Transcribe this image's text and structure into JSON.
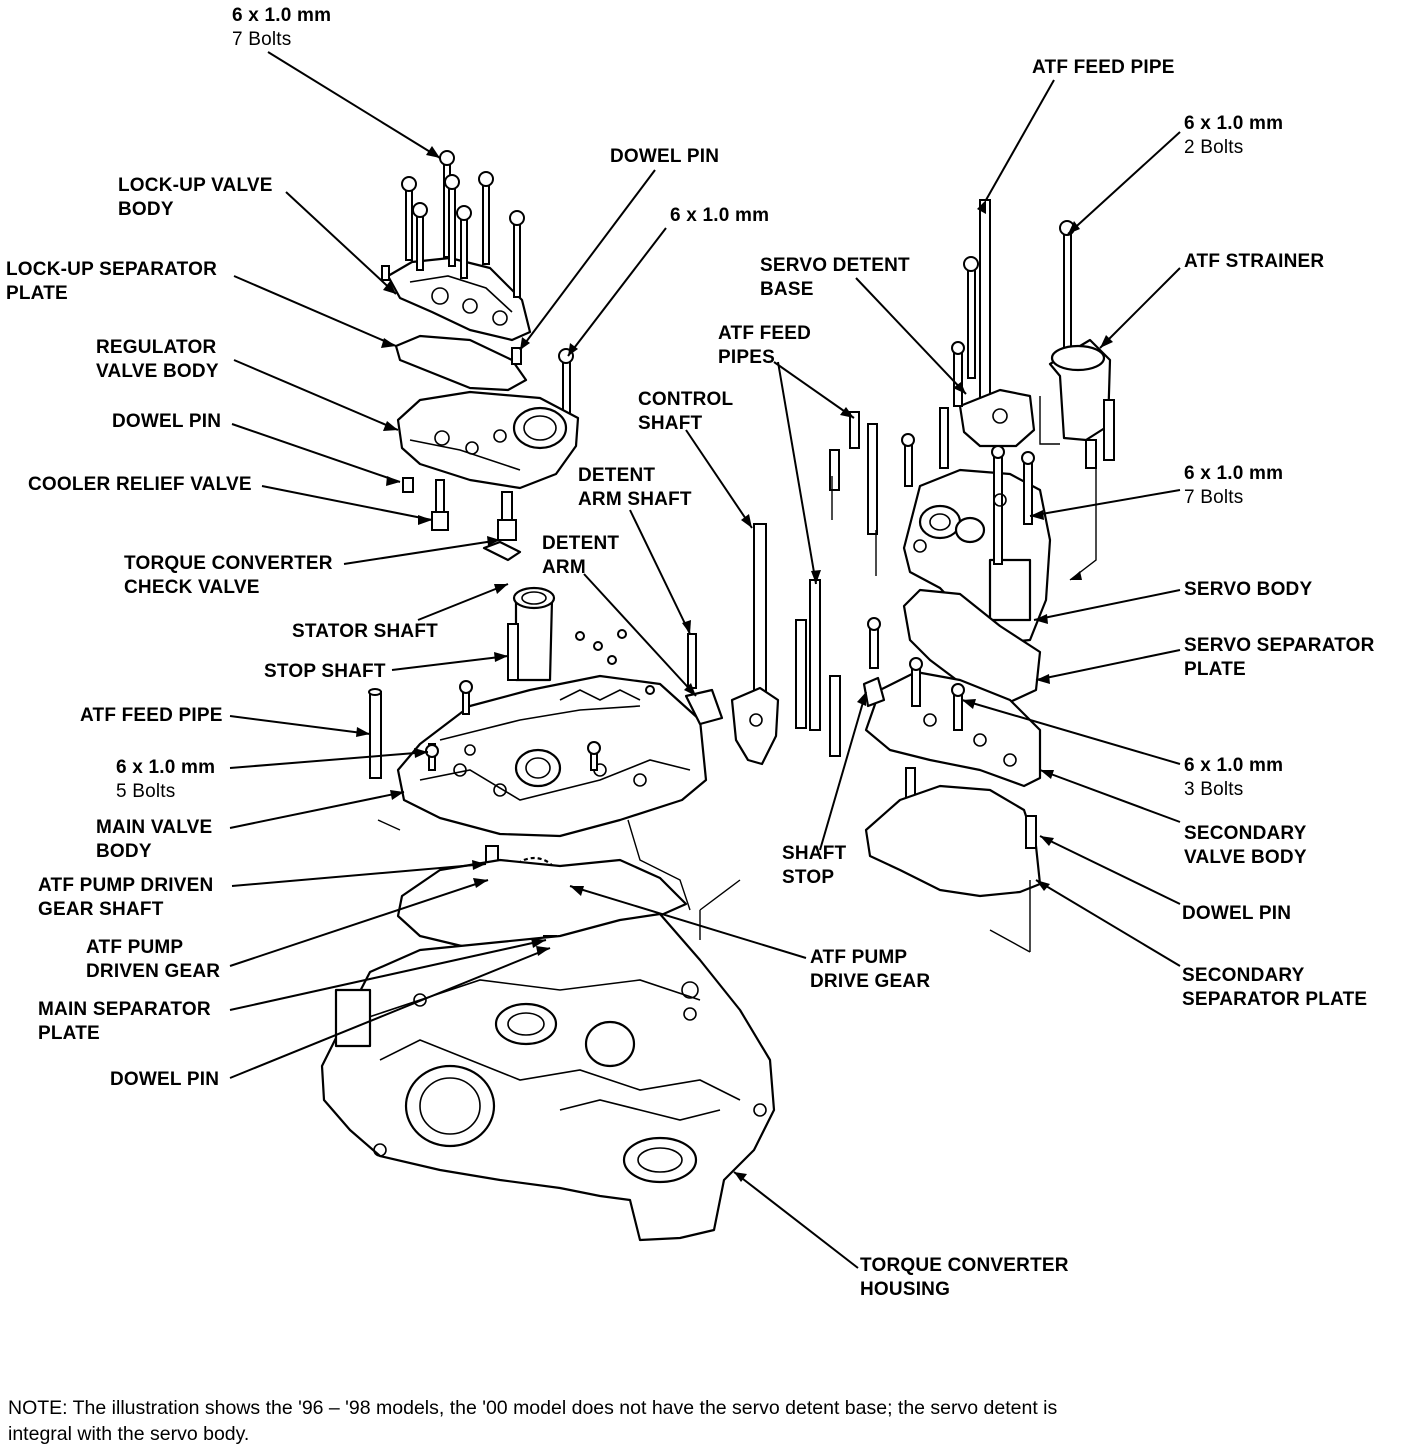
{
  "labels": {
    "bolts_top": {
      "line1": "6 x 1.0 mm",
      "line2": "7 Bolts"
    },
    "lockup_valve_body": {
      "line1": "LOCK-UP VALVE",
      "line2": "BODY"
    },
    "lockup_separator_plate": {
      "line1": "LOCK-UP SEPARATOR",
      "line2": "PLATE"
    },
    "regulator_valve_body": {
      "line1": "REGULATOR",
      "line2": "VALVE BODY"
    },
    "dowel_pin_left": "DOWEL PIN",
    "cooler_relief_valve": "COOLER RELIEF VALVE",
    "torque_converter_check_valve": {
      "line1": "TORQUE CONVERTER",
      "line2": "CHECK VALVE"
    },
    "stator_shaft": "STATOR SHAFT",
    "stop_shaft": "STOP SHAFT",
    "atf_feed_pipe_left": "ATF FEED PIPE",
    "bolts_5": {
      "line1": "6 x 1.0 mm",
      "line2": "5 Bolts"
    },
    "main_valve_body": {
      "line1": "MAIN VALVE",
      "line2": "BODY"
    },
    "atf_pump_driven_gear_shaft": {
      "line1": "ATF PUMP DRIVEN",
      "line2": "GEAR SHAFT"
    },
    "atf_pump_driven_gear": {
      "line1": "ATF PUMP",
      "line2": "DRIVEN GEAR"
    },
    "main_separator_plate": {
      "line1": "MAIN SEPARATOR",
      "line2": "PLATE"
    },
    "dowel_pin_bottom": "DOWEL PIN",
    "dowel_pin_top": "DOWEL PIN",
    "bolt_single": "6 x 1.0 mm",
    "control_shaft": {
      "line1": "CONTROL",
      "line2": "SHAFT"
    },
    "detent_arm_shaft": {
      "line1": "DETENT",
      "line2": "ARM SHAFT"
    },
    "detent_arm": {
      "line1": "DETENT",
      "line2": "ARM"
    },
    "atf_pump_drive_gear": {
      "line1": "ATF PUMP",
      "line2": "DRIVE GEAR"
    },
    "torque_converter_housing": {
      "line1": "TORQUE CONVERTER",
      "line2": "HOUSING"
    },
    "atf_feed_pipe_top": "ATF FEED PIPE",
    "bolts_2": {
      "line1": "6 x 1.0 mm",
      "line2": "2 Bolts"
    },
    "servo_detent_base": {
      "line1": "SERVO DETENT",
      "line2": "BASE"
    },
    "atf_strainer": "ATF STRAINER",
    "atf_feed_pipes": {
      "line1": "ATF FEED",
      "line2": "PIPES"
    },
    "bolts_7_right": {
      "line1": "6 x 1.0 mm",
      "line2": "7 Bolts"
    },
    "servo_body": "SERVO BODY",
    "servo_separator_plate": {
      "line1": "SERVO SEPARATOR",
      "line2": "PLATE"
    },
    "bolts_3": {
      "line1": "6 x 1.0 mm",
      "line2": "3 Bolts"
    },
    "shaft_stop": {
      "line1": "SHAFT",
      "line2": "STOP"
    },
    "secondary_valve_body": {
      "line1": "SECONDARY",
      "line2": "VALVE BODY"
    },
    "dowel_pin_right": "DOWEL PIN",
    "secondary_separator_plate": {
      "line1": "SECONDARY",
      "line2": "SEPARATOR PLATE"
    }
  },
  "note": {
    "line1": "NOTE:  The illustration shows the '96 – '98 models, the '00 model does not have the servo detent base; the servo detent is",
    "line2": "integral with the servo body."
  }
}
